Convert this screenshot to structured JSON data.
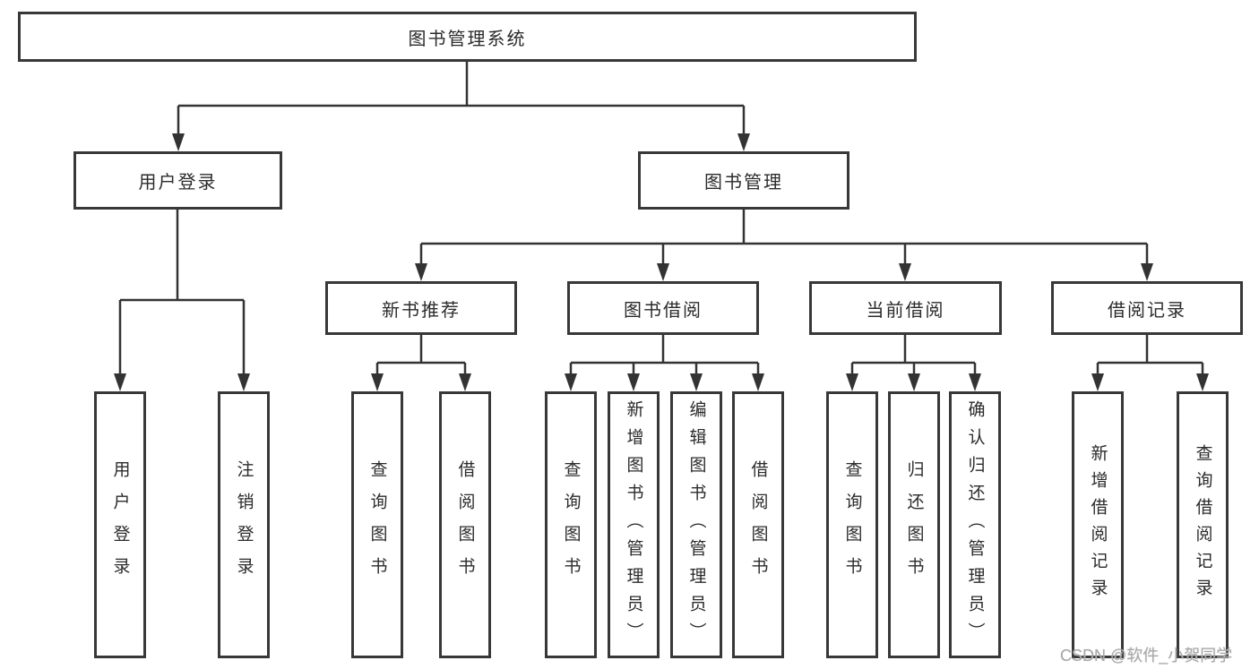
{
  "diagram": {
    "type": "hierarchy-tree",
    "orientation": "top-down",
    "colors": {
      "line": "#333333",
      "border": "#383838",
      "text": "#2b2b2b",
      "background": "#ffffff",
      "watermark": "#a9a9a9"
    }
  },
  "nodes": {
    "root": {
      "label": "图书管理系统"
    },
    "user_login": {
      "label": "用户登录"
    },
    "book_mgmt": {
      "label": "图书管理"
    },
    "login": {
      "label": "用户登录"
    },
    "logout": {
      "label": "注销登录"
    },
    "new_book": {
      "label": "新书推荐"
    },
    "book_borrow": {
      "label": "图书借阅"
    },
    "cur_borrow": {
      "label": "当前借阅"
    },
    "borrow_rec": {
      "label": "借阅记录"
    },
    "nb_query": {
      "label": "查询图书"
    },
    "nb_borrow": {
      "label": "借阅图书"
    },
    "bb_query": {
      "label": "查询图书"
    },
    "bb_add": {
      "label": "新增图书（管理员）"
    },
    "bb_edit": {
      "label": "编辑图书（管理员）"
    },
    "bb_borrow": {
      "label": "借阅图书"
    },
    "cb_query": {
      "label": "查询图书"
    },
    "cb_return": {
      "label": "归还图书"
    },
    "cb_confirm": {
      "label": "确认归还（管理员）"
    },
    "br_add": {
      "label": "新增借阅记录"
    },
    "br_query": {
      "label": "查询借阅记录"
    }
  },
  "hierarchy": {
    "root": "图书管理系统",
    "children": [
      {
        "label": "用户登录",
        "children": [
          "用户登录",
          "注销登录"
        ]
      },
      {
        "label": "图书管理",
        "children": [
          {
            "label": "新书推荐",
            "children": [
              "查询图书",
              "借阅图书"
            ]
          },
          {
            "label": "图书借阅",
            "children": [
              "查询图书",
              "新增图书（管理员）",
              "编辑图书（管理员）",
              "借阅图书"
            ]
          },
          {
            "label": "当前借阅",
            "children": [
              "查询图书",
              "归还图书",
              "确认归还（管理员）"
            ]
          },
          {
            "label": "借阅记录",
            "children": [
              "新增借阅记录",
              "查询借阅记录"
            ]
          }
        ]
      }
    ]
  },
  "watermark": {
    "text": "CSDN @软件_小贺同学"
  }
}
